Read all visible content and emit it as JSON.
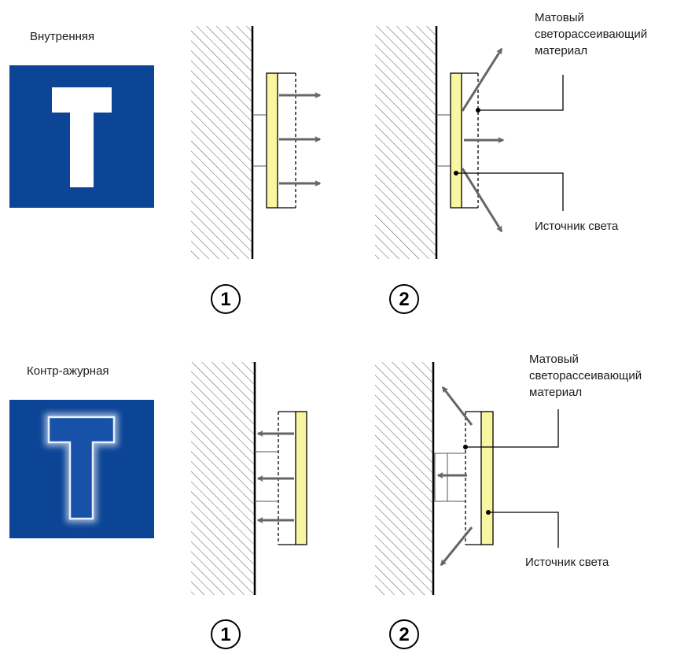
{
  "sections": [
    {
      "title": "Внутренняя",
      "sign_letter": "T",
      "variant_numbers": [
        "1",
        "2"
      ],
      "label_material": [
        "Матовый",
        "светорассеивающий",
        "материал"
      ],
      "label_source": "Источник света"
    },
    {
      "title": "Контр-ажурная",
      "sign_letter": "T",
      "variant_numbers": [
        "1",
        "2"
      ],
      "label_material": [
        "Матовый",
        "светорассеивающий",
        "материал"
      ],
      "label_source": "Источник света"
    }
  ],
  "colors": {
    "sign_background": "#0c4596",
    "light_panel": "#f8f6a0",
    "arrow": "#666666",
    "wall_hatch": "#555555"
  }
}
